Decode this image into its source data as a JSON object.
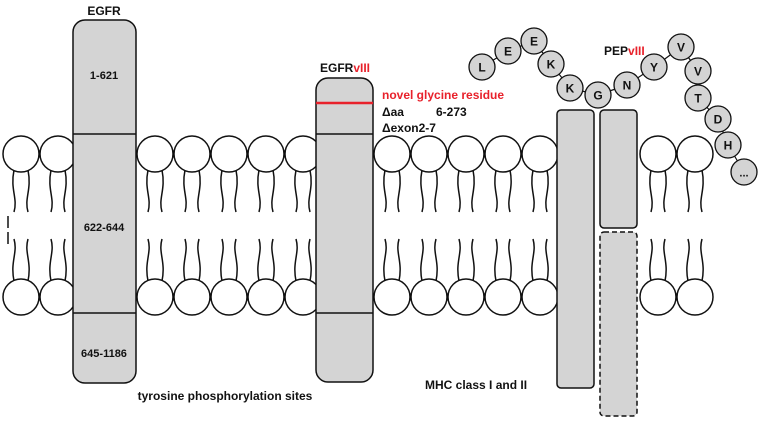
{
  "egfr": {
    "title": "EGFR",
    "domains": [
      "1-621",
      "622-644",
      "645-1186"
    ],
    "caption": "tyrosine phosphorylation sites"
  },
  "egfrviii": {
    "title_prefix": "EGFR",
    "title_suffix": "vIII",
    "novel_residue": "novel glycine residue",
    "deletion_aa_label": "Δaa",
    "deletion_aa_range": "6-273",
    "deletion_exon": "Δexon2-7"
  },
  "pepviii": {
    "title_prefix": "PEP",
    "title_suffix": "vIII",
    "residues": [
      "L",
      "E",
      "E",
      "K",
      "K",
      "G",
      "N",
      "Y",
      "V",
      "V",
      "T",
      "D",
      "H",
      "..."
    ],
    "highlight_residue": "G"
  },
  "mhc": {
    "label": "MHC class I and II"
  },
  "colors": {
    "highlight": "#e8212b",
    "protein_fill": "#d4d4d4",
    "outline": "#111111"
  }
}
